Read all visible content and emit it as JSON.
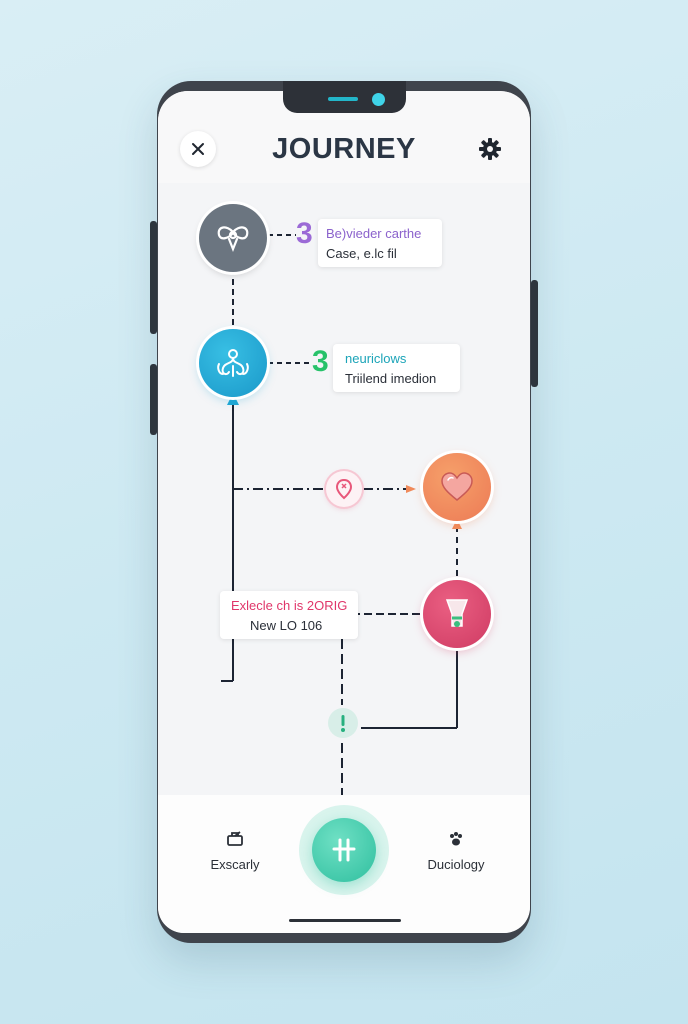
{
  "header": {
    "title": "JOURNEY",
    "close_icon": "close-icon",
    "settings_icon": "gear-icon"
  },
  "nodes": [
    {
      "id": "start",
      "icon": "ribbon-icon",
      "color": "#6b7580"
    },
    {
      "id": "neuro",
      "icon": "neuron-icon",
      "color": "#1ea7d4"
    },
    {
      "id": "check",
      "icon": "pin-icon",
      "color": "#e8577a"
    },
    {
      "id": "heart",
      "icon": "heart-icon",
      "color": "#f08a5a"
    },
    {
      "id": "organ",
      "icon": "organ-icon",
      "color": "#d9476d"
    },
    {
      "id": "alert",
      "icon": "alert-icon",
      "color": "#57d1a6"
    }
  ],
  "cards": [
    {
      "number": "3",
      "line1": "Be)vieder carthe",
      "line2": "Case, e.lc fil",
      "number_color": "#9b6ad6",
      "line1_color": "#8b62cc"
    },
    {
      "number": "3",
      "line1": "neuriclows",
      "line2": "Triilend imedion",
      "number_color": "#27c26a",
      "line1_color": "#1ba4b8"
    },
    {
      "number": "",
      "line1": "Exlecle ch is 2ORIG",
      "line2": "New LO 106",
      "line1_color": "#e0366a"
    }
  ],
  "bottom_nav": {
    "left": {
      "label": "Exscarly",
      "icon": "briefcase-icon"
    },
    "center": {
      "icon": "plus-medical-icon",
      "color": "#2fbf9f"
    },
    "right": {
      "label": "Duciology",
      "icon": "paw-icon"
    }
  },
  "colors": {
    "accent": "#2fbf9f",
    "line": "#1c2433"
  }
}
